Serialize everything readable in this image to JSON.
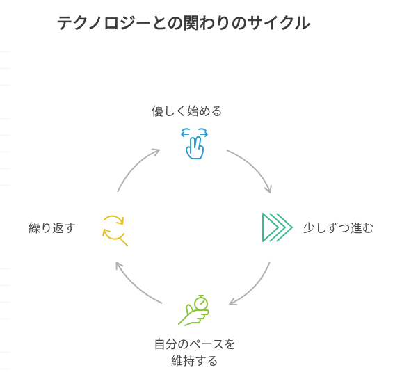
{
  "title": "テクノロジーとの関わりのサイクル",
  "nodes": {
    "top": {
      "label": "優しく始める",
      "icon": "touch-gesture-icon",
      "color": "#2a9fd6"
    },
    "right": {
      "label": "少しずつ進む",
      "icon": "fast-forward-icon",
      "color": "#3dba8c"
    },
    "bottom": {
      "label_line1": "自分のペースを",
      "label_line2": "維持する",
      "icon": "hand-stopwatch-icon",
      "color": "#8cc63f"
    },
    "left": {
      "label": "繰り返す",
      "icon": "refresh-search-icon",
      "color": "#e5c21b"
    }
  },
  "arrow_color": "#b0b0b0"
}
